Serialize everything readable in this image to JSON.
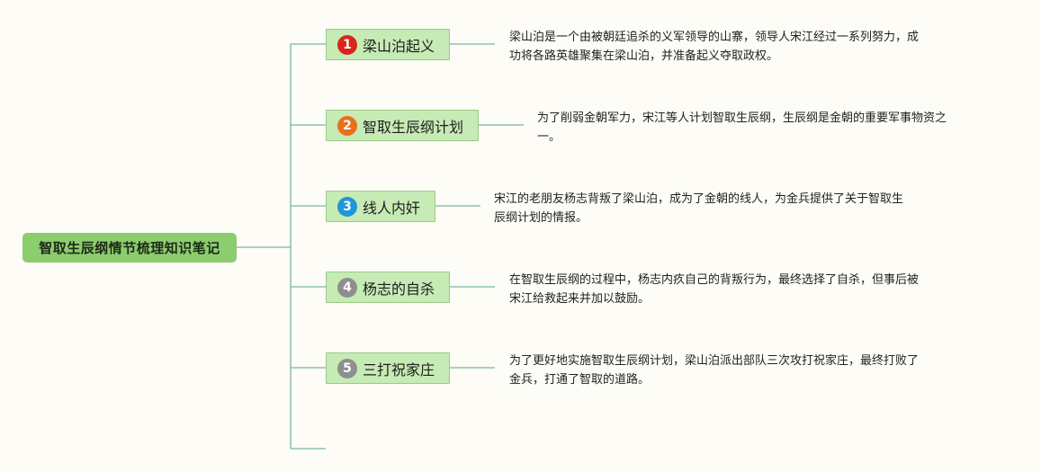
{
  "root": {
    "title": "智取生辰纲情节梳理知识笔记"
  },
  "topics": [
    {
      "number": "1",
      "label": "梁山泊起义",
      "badge_color": "#d9261c",
      "desc": "梁山泊是一个由被朝廷追杀的义军领导的山寨，领导人宋江经过一系列努力，成\n功将各路英雄聚集在梁山泊，并准备起义夺取政权。"
    },
    {
      "number": "2",
      "label": "智取生辰纲计划",
      "badge_color": "#e8701c",
      "desc": "为了削弱金朝军力，宋江等人计划智取生辰纲，生辰纲是金朝的重要军事物资之\n一。"
    },
    {
      "number": "3",
      "label": "线人内奸",
      "badge_color": "#1f96d6",
      "desc": "宋江的老朋友杨志背叛了梁山泊，成为了金朝的线人，为金兵提供了关于智取生\n辰纲计划的情报。"
    },
    {
      "number": "4",
      "label": "杨志的自杀",
      "badge_color": "#8e8e8e",
      "desc": "在智取生辰纲的过程中，杨志内疚自己的背叛行为，最终选择了自杀，但事后被\n宋江给救起来并加以鼓励。"
    },
    {
      "number": "5",
      "label": "三打祝家庄",
      "badge_color": "#8e8e8e",
      "desc": "为了更好地实施智取生辰纲计划，梁山泊派出部队三次攻打祝家庄，最终打败了\n金兵，打通了智取的道路。"
    }
  ],
  "colors": {
    "connector": "#7ab5a3",
    "root_fill": "#8ccd6f",
    "topic_fill": "#c6ebb5"
  }
}
